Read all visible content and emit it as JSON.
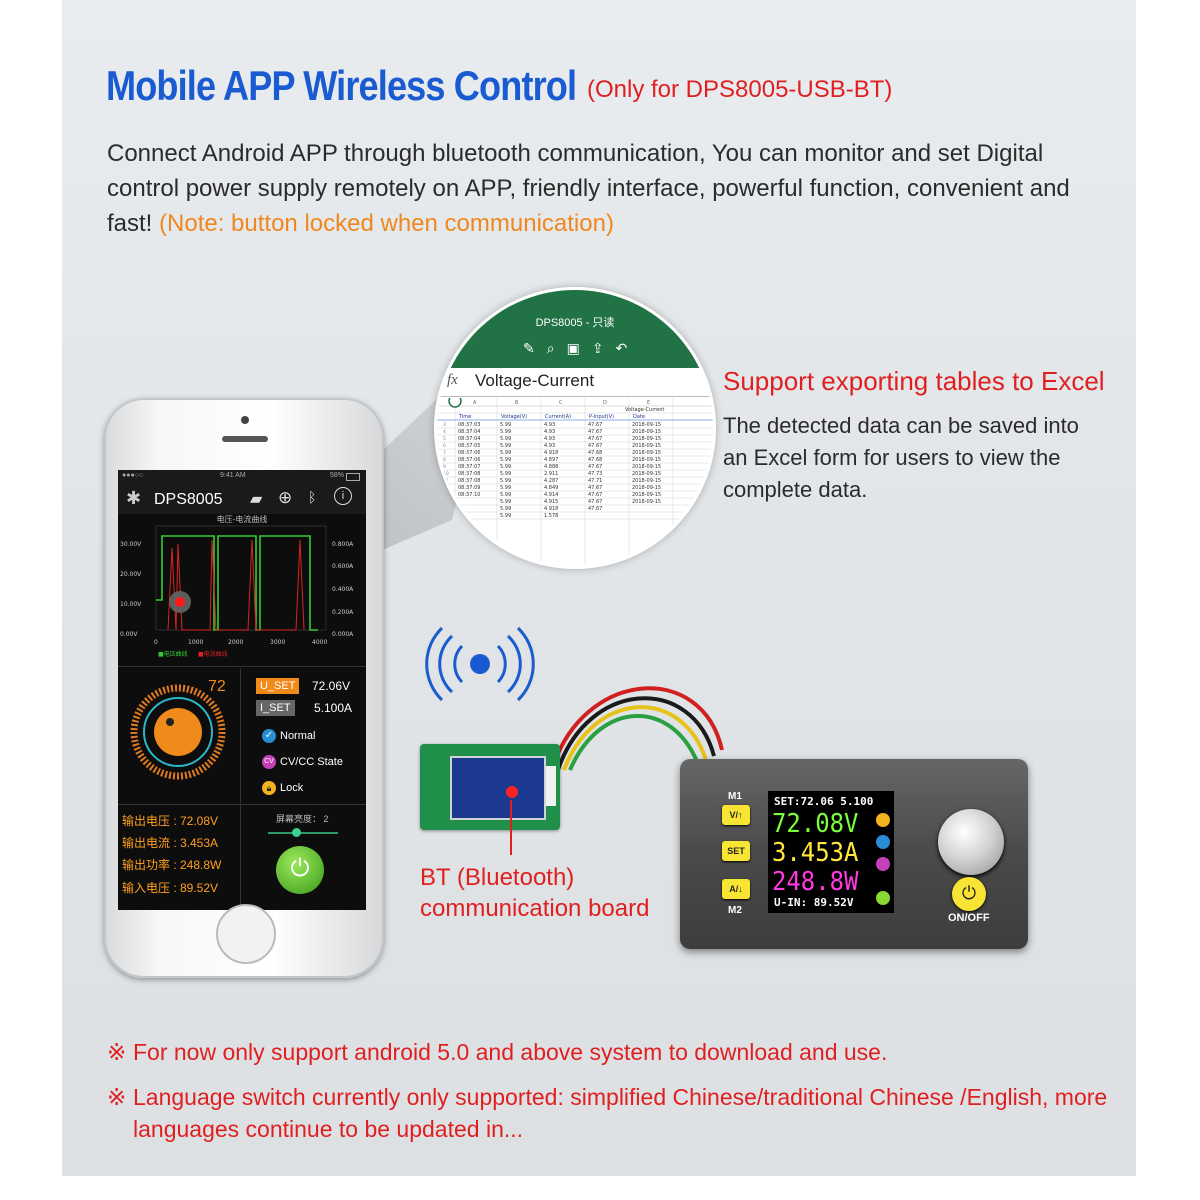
{
  "header": {
    "title": "Mobile APP Wireless Control",
    "title_note": "(Only for DPS8005-USB-BT)"
  },
  "intro": {
    "text": "Connect Android APP through bluetooth communication, You can monitor and set Digital control power supply remotely on APP, friendly interface, powerful function, convenient and fast! ",
    "note": "(Note: button locked when communication)"
  },
  "excel": {
    "heading": "Support exporting tables to Excel",
    "description": "The detected data can be saved into an Excel form for users to view the complete data.",
    "file_title": "DPS8005 - 只读",
    "formula_value": "Voltage-Current",
    "col_letters": [
      "A",
      "B",
      "C",
      "D",
      "E"
    ],
    "merged_header": "Voltage-Current",
    "headers": [
      "Time",
      "Voltage(V)",
      "Current(A)",
      "P-Input(V)",
      "Date"
    ],
    "rows": [
      [
        "08:37:03",
        "5.99",
        "4.93",
        "47.67",
        "2018-09-15"
      ],
      [
        "08:37:04",
        "5.99",
        "4.93",
        "47.67",
        "2018-09-15"
      ],
      [
        "08:37:04",
        "5.99",
        "4.93",
        "47.67",
        "2018-09-15"
      ],
      [
        "08:37:05",
        "5.99",
        "4.93",
        "47.67",
        "2018-09-15"
      ],
      [
        "08:37:06",
        "5.99",
        "4.918",
        "47.68",
        "2018-09-15"
      ],
      [
        "08:37:06",
        "5.99",
        "4.897",
        "47.68",
        "2018-09-15"
      ],
      [
        "08:37:07",
        "5.99",
        "4.888",
        "47.67",
        "2018-09-15"
      ],
      [
        "08:37:08",
        "5.99",
        "2.911",
        "47.73",
        "2018-09-15"
      ],
      [
        "08:37:08",
        "5.99",
        "4.287",
        "47.71",
        "2018-09-15"
      ],
      [
        "08:37:09",
        "5.99",
        "4.849",
        "47.67",
        "2018-09-15"
      ],
      [
        "08:37:10",
        "5.99",
        "4.914",
        "47.67",
        "2018-09-15"
      ],
      [
        "",
        "5.99",
        "4.915",
        "47.67",
        "2018-09-15"
      ],
      [
        "",
        "5.99",
        "4.918",
        "47.67",
        ""
      ],
      [
        "",
        "5.99",
        "1.578",
        "",
        ""
      ]
    ]
  },
  "phone": {
    "status_time": "9:41 AM",
    "status_carrier": "●●●○○",
    "status_battery": "58%",
    "app_name": "DPS8005",
    "chart_caption": "电压-电流曲线",
    "y_left": [
      "30.00V",
      "20.00V",
      "10.00V",
      "0.00V"
    ],
    "y_right": [
      "0.800A",
      "0.600A",
      "0.400A",
      "0.200A",
      "0.000A"
    ],
    "x_ticks": [
      "0",
      "1000",
      "2000",
      "3000",
      "4000"
    ],
    "legend": [
      "■电压曲线",
      "■电流曲线"
    ],
    "dial_value": "72",
    "u_set_label": "U_SET",
    "u_set_value": "72.06V",
    "i_set_label": "I_SET",
    "i_set_value": "5.100A",
    "state_normal": "Normal",
    "state_cvcc": "CV/CC State",
    "state_lock": "Lock",
    "brightness": "屏幕亮度： 2",
    "readouts": [
      "输出电压 : 72.08V",
      "输出电流 : 3.453A",
      "输出功率 : 248.8W",
      "输入电压 : 89.52V"
    ]
  },
  "meter": {
    "set_line": "SET:72.06  5.100",
    "voltage": "72.08V",
    "current": "3.453A",
    "power": "248.8W",
    "input": "U-IN: 89.52V",
    "m1": "M1",
    "m2": "M2",
    "btn_v": "V/↑",
    "btn_set": "SET",
    "btn_a": "A/↓",
    "onoff": "ON/OFF"
  },
  "bt": {
    "label_line1": "BT (Bluetooth)",
    "label_line2": "communication board"
  },
  "footnotes": [
    {
      "mark": "※",
      "text": "For now only support android 5.0 and above system to download and use."
    },
    {
      "mark": "※",
      "text": "Language switch currently only supported: simplified Chinese/traditional Chinese /English, more languages continue to be updated in..."
    }
  ],
  "colors": {
    "title_blue": "#1b5bd1",
    "accent_red": "#e02020",
    "note_orange": "#f0871e",
    "excel_green": "#217346",
    "voltage_green": "#7cff3a",
    "current_yellow": "#ffe63a",
    "power_magenta": "#ff3ae0"
  }
}
